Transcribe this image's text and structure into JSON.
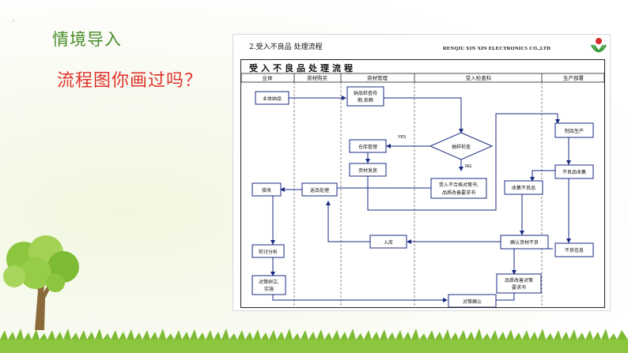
{
  "slide": {
    "heading": "情境导入",
    "question": "流程图你画过吗？",
    "corner_mark": "ii"
  },
  "document": {
    "title": "2.受入不良品 处理流程",
    "company": "RENQIU XIN XIN ELECTRONICS CO.,LTD",
    "chart_title": "受入不良品处理流程",
    "lanes": [
      "业体",
      "资材购买",
      "资材管理",
      "受入检查科",
      "生产部署"
    ],
    "boxes": {
      "vendor_delivery": "业体纳品",
      "wait_inspect_1": "纳品检查待",
      "wait_inspect_2": "期,依赖",
      "warehouse": "仓库管理",
      "material_issue": "资材发放",
      "sampling": "抽样检查",
      "reject_1": "受入不合格对策书,",
      "reject_2": "品质改善要求书",
      "receive": "接收",
      "return": "返品处理",
      "collect_defect": "收集不良品",
      "production": "制品生产",
      "defect_collect": "不良品收集",
      "into_stock": "入库",
      "confirm_defect": "确认资材不良",
      "review": "检讨分析",
      "measure_1": "对策树立,",
      "measure_2": "实施",
      "improve_1": "品质改善对策",
      "improve_2": "要求书",
      "defect_info": "不良信息",
      "measure_confirm": "对策确认"
    },
    "branch_yes": "YES",
    "branch_ng": "NG"
  }
}
